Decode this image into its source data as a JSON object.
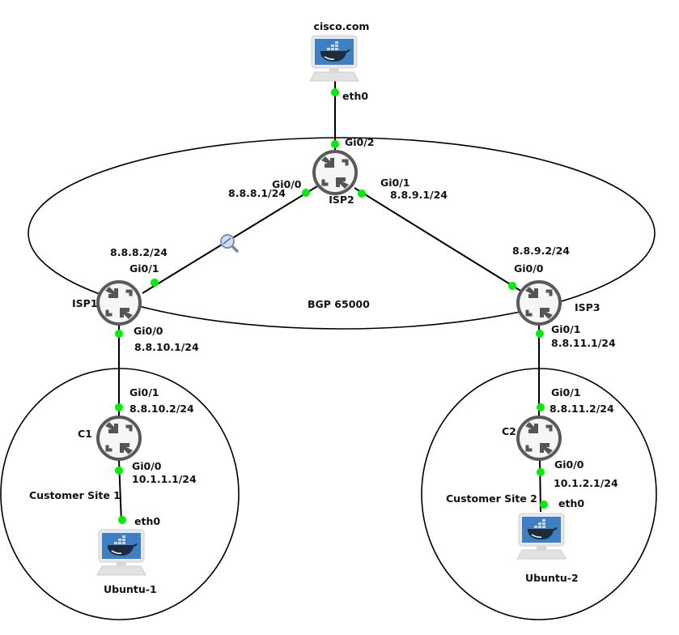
{
  "diagram": {
    "title": "BGP 65000",
    "colors": {
      "port": "#00ee00",
      "router_ring": "#5a5a5a",
      "link": "#000000"
    },
    "regions": [
      {
        "id": "bgp",
        "label": "BGP 65000"
      },
      {
        "id": "site1",
        "label": "Customer Site 1"
      },
      {
        "id": "site2",
        "label": "Customer Site 2"
      }
    ],
    "nodes": {
      "cisco": {
        "label": "cisco.com",
        "type": "docker-host",
        "icon": "docker-monitor-icon"
      },
      "isp1": {
        "label": "ISP1",
        "type": "router",
        "icon": "router-icon"
      },
      "isp2": {
        "label": "ISP2",
        "type": "router",
        "icon": "router-icon"
      },
      "isp3": {
        "label": "ISP3",
        "type": "router",
        "icon": "router-icon"
      },
      "c1": {
        "label": "C1",
        "type": "router",
        "icon": "router-icon"
      },
      "c2": {
        "label": "C2",
        "type": "router",
        "icon": "router-icon"
      },
      "ubuntu1": {
        "label": "Ubuntu-1",
        "type": "docker-host",
        "icon": "docker-monitor-icon"
      },
      "ubuntu2": {
        "label": "Ubuntu-2",
        "type": "docker-host",
        "icon": "docker-monitor-icon"
      }
    },
    "ports": {
      "cisco_eth0": {
        "name": "eth0",
        "ip": ""
      },
      "isp2_gi02": {
        "name": "Gi0/2",
        "ip": ""
      },
      "isp2_gi00": {
        "name": "Gi0/0",
        "ip": "8.8.8.1/24"
      },
      "isp2_gi01": {
        "name": "Gi0/1",
        "ip": "8.8.9.1/24"
      },
      "isp1_gi01": {
        "name": "Gi0/1",
        "ip": "8.8.8.2/24"
      },
      "isp1_gi00": {
        "name": "Gi0/0",
        "ip": "8.8.10.1/24"
      },
      "isp3_gi00": {
        "name": "Gi0/0",
        "ip": "8.8.9.2/24"
      },
      "isp3_gi01": {
        "name": "Gi0/1",
        "ip": "8.8.11.1/24"
      },
      "c1_gi01": {
        "name": "Gi0/1",
        "ip": "8.8.10.2/24"
      },
      "c1_gi00": {
        "name": "Gi0/0",
        "ip": "10.1.1.1/24"
      },
      "ubuntu1_eth0": {
        "name": "eth0",
        "ip": ""
      },
      "c2_gi01": {
        "name": "Gi0/1",
        "ip": "8.8.11.2/24"
      },
      "c2_gi00": {
        "name": "Gi0/0",
        "ip": "10.1.2.1/24"
      },
      "ubuntu2_eth0": {
        "name": "eth0",
        "ip": ""
      }
    },
    "links": [
      {
        "from": "cisco.com eth0",
        "to": "ISP2 Gi0/2"
      },
      {
        "from": "ISP2 Gi0/0",
        "to": "ISP1 Gi0/1",
        "capture": true
      },
      {
        "from": "ISP2 Gi0/1",
        "to": "ISP3 Gi0/0"
      },
      {
        "from": "ISP1 Gi0/0",
        "to": "C1 Gi0/1"
      },
      {
        "from": "ISP3 Gi0/1",
        "to": "C2 Gi0/1"
      },
      {
        "from": "C1 Gi0/0",
        "to": "Ubuntu-1 eth0"
      },
      {
        "from": "C2 Gi0/0",
        "to": "Ubuntu-2 eth0"
      }
    ]
  }
}
